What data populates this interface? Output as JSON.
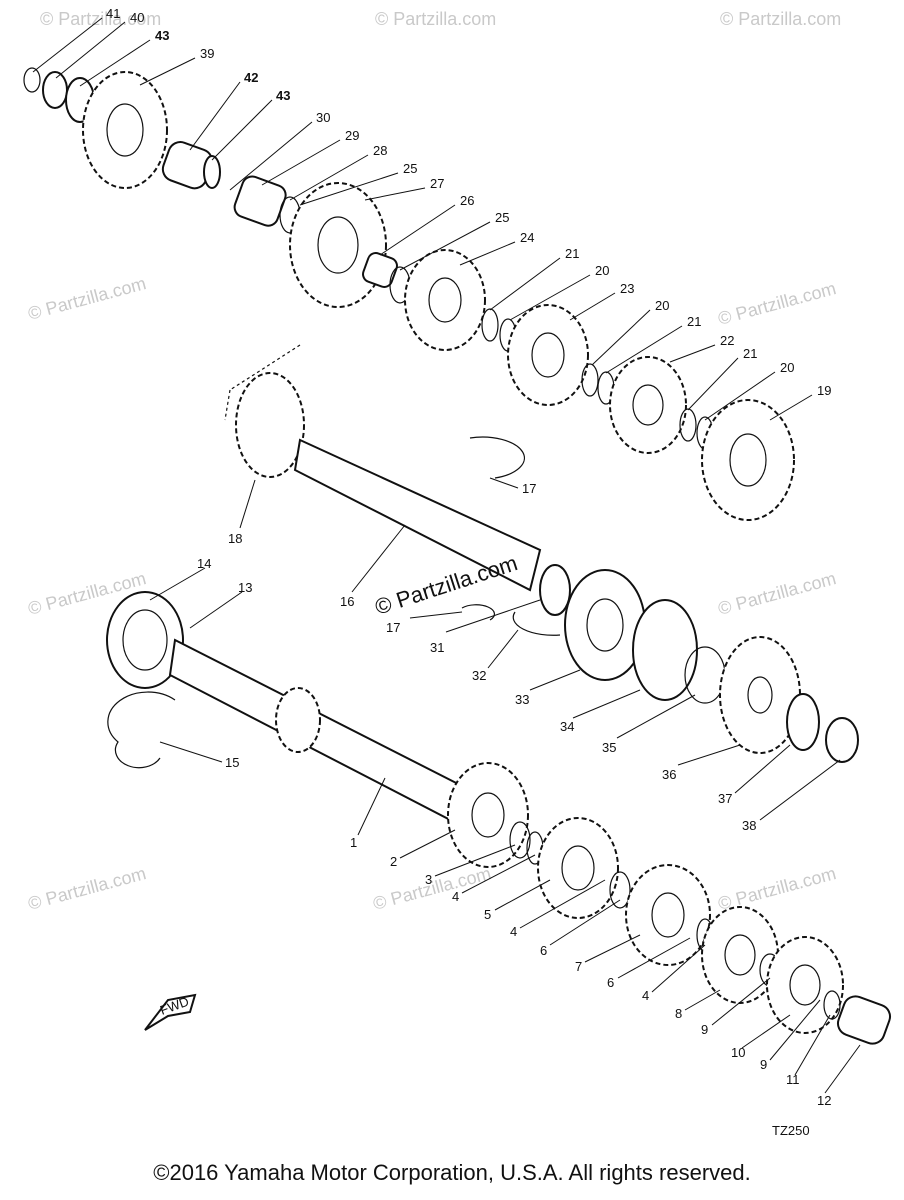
{
  "watermark": "© Partzilla.com",
  "center_watermark": "© Partzilla.com",
  "drawing_code": "TZ250",
  "fwd_label": "FWD",
  "copyright": "©2016 Yamaha Motor Corporation, U.S.A. All rights reserved.",
  "callouts": {
    "c41": "41",
    "c40": "40",
    "c43a": "43",
    "c39": "39",
    "c42": "42",
    "c43b": "43",
    "c30": "30",
    "c29": "29",
    "c28": "28",
    "c25a": "25",
    "c27": "27",
    "c26": "26",
    "c25b": "25",
    "c24": "24",
    "c21a": "21",
    "c20a": "20",
    "c23": "23",
    "c20b": "20",
    "c21b": "21",
    "c22": "22",
    "c21c": "21",
    "c20c": "20",
    "c19": "19",
    "c17a": "17",
    "c18": "18",
    "c16": "16",
    "c17b": "17",
    "c31": "31",
    "c32": "32",
    "c33": "33",
    "c34": "34",
    "c35": "35",
    "c36": "36",
    "c37": "37",
    "c38": "38",
    "c14": "14",
    "c13": "13",
    "c15": "15",
    "c1": "1",
    "c2": "2",
    "c3": "3",
    "c4a": "4",
    "c5": "5",
    "c4b": "4",
    "c6a": "6",
    "c7": "7",
    "c6b": "6",
    "c4c": "4",
    "c8": "8",
    "c9a": "9",
    "c10": "10",
    "c9b": "9",
    "c11": "11",
    "c12": "12"
  }
}
